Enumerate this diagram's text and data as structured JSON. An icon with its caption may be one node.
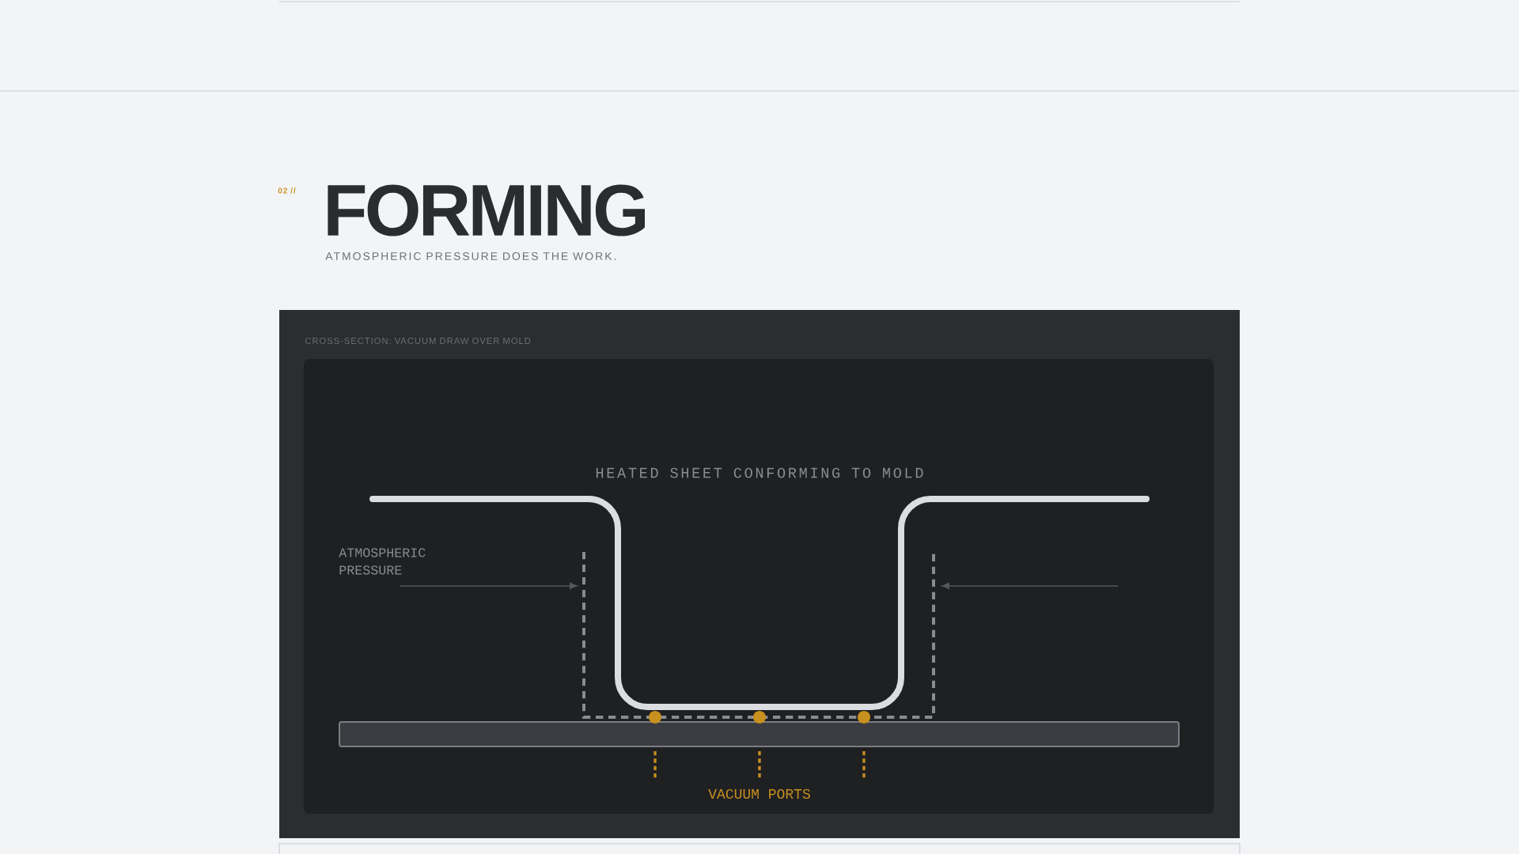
{
  "diagram": {
    "title": "FORMING",
    "labels": [
      "02 //",
      "ATMOSPHERIC PRESSURE DOES THE WORK.",
      "CROSS-SECTION: VACUUM DRAW OVER MOLD",
      "HEATED SHEET CONFORMING TO MOLD",
      "ATMOSPHERIC PRESSURE",
      "VACUUM PORTS"
    ]
  }
}
